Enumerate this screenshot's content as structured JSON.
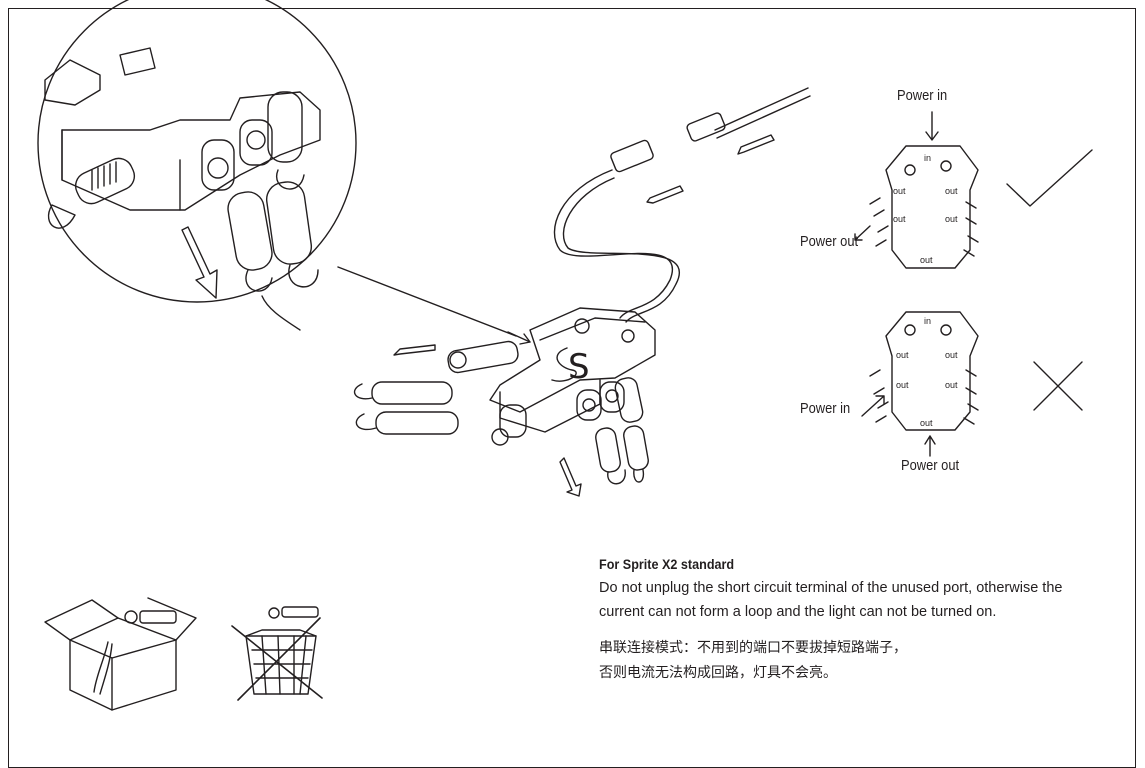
{
  "top_panel": {
    "power_in_label": "Power in",
    "power_out_label": "Power out",
    "port_in": "in",
    "port_out": "out"
  },
  "bottom_panel": {
    "power_in_label": "Power in",
    "power_out_label": "Power out",
    "port_in": "in",
    "port_out": "out"
  },
  "marks": {
    "correct": "check-mark-icon",
    "incorrect": "cross-mark-icon"
  },
  "notes": {
    "title": "For Sprite X2 standard",
    "body": "Do not unplug the short circuit terminal of the unused port, otherwise the current can not form a loop and the light can not be turned on.",
    "chinese_line1": "串联连接模式：不用到的端口不要拔掉短路端子，",
    "chinese_line2": "否则电流无法构成回路，灯具不会亮。"
  },
  "icons": {
    "box": "box-with-terminal-icon",
    "trash": "no-discard-trash-icon"
  }
}
